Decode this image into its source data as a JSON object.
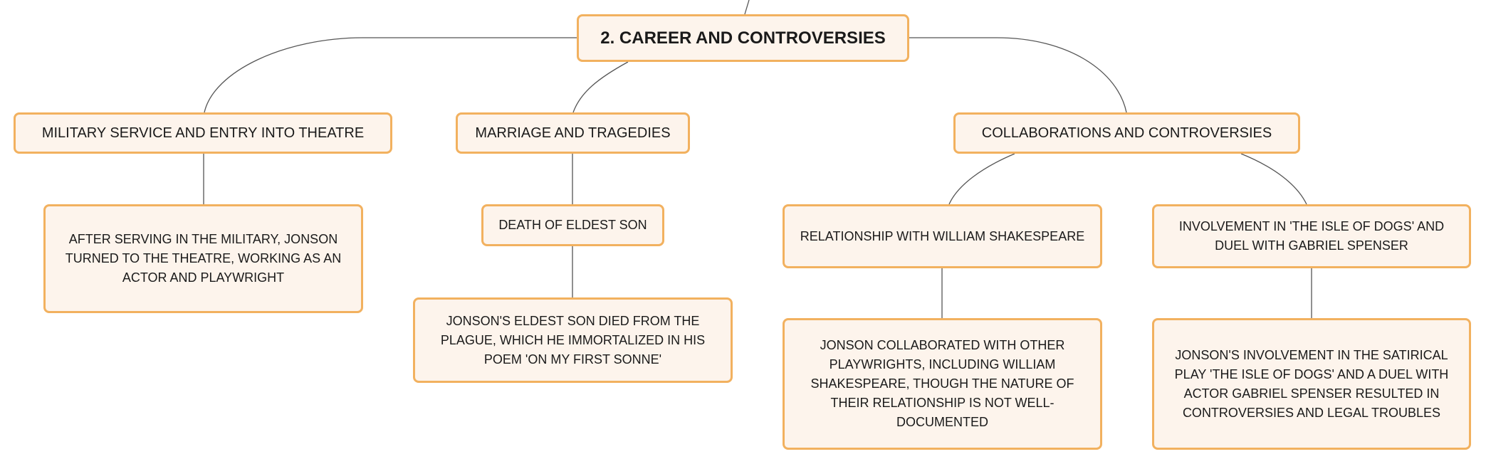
{
  "diagram": {
    "root": {
      "label": "2. CAREER AND CONTROVERSIES"
    },
    "branches": [
      {
        "label": "MILITARY SERVICE AND ENTRY INTO THEATRE",
        "children": [
          {
            "label": "AFTER SERVING IN THE MILITARY, JONSON TURNED TO THE THEATRE, WORKING AS AN ACTOR AND PLAYWRIGHT"
          }
        ]
      },
      {
        "label": "MARRIAGE AND TRAGEDIES",
        "children": [
          {
            "label": "DEATH OF ELDEST SON",
            "children": [
              {
                "label": "JONSON'S ELDEST SON DIED FROM THE PLAGUE, WHICH HE IMMORTALIZED IN HIS POEM 'ON MY FIRST SONNE'"
              }
            ]
          }
        ]
      },
      {
        "label": "COLLABORATIONS AND CONTROVERSIES",
        "children": [
          {
            "label": "RELATIONSHIP WITH WILLIAM SHAKESPEARE",
            "children": [
              {
                "label": "JONSON COLLABORATED WITH OTHER PLAYWRIGHTS, INCLUDING WILLIAM SHAKESPEARE, THOUGH THE NATURE OF THEIR RELATIONSHIP IS NOT WELL-DOCUMENTED"
              }
            ]
          },
          {
            "label": "INVOLVEMENT IN 'THE ISLE OF DOGS' AND DUEL WITH GABRIEL SPENSER",
            "children": [
              {
                "label": "JONSON'S INVOLVEMENT IN THE SATIRICAL PLAY 'THE ISLE OF DOGS' AND A DUEL WITH ACTOR GABRIEL SPENSER RESULTED IN CONTROVERSIES AND LEGAL TROUBLES"
              }
            ]
          }
        ]
      }
    ]
  },
  "colors": {
    "node_fill": "#fdf4ec",
    "node_border": "#f2b15f",
    "connector": "#555555",
    "text": "#1a1a1a"
  }
}
